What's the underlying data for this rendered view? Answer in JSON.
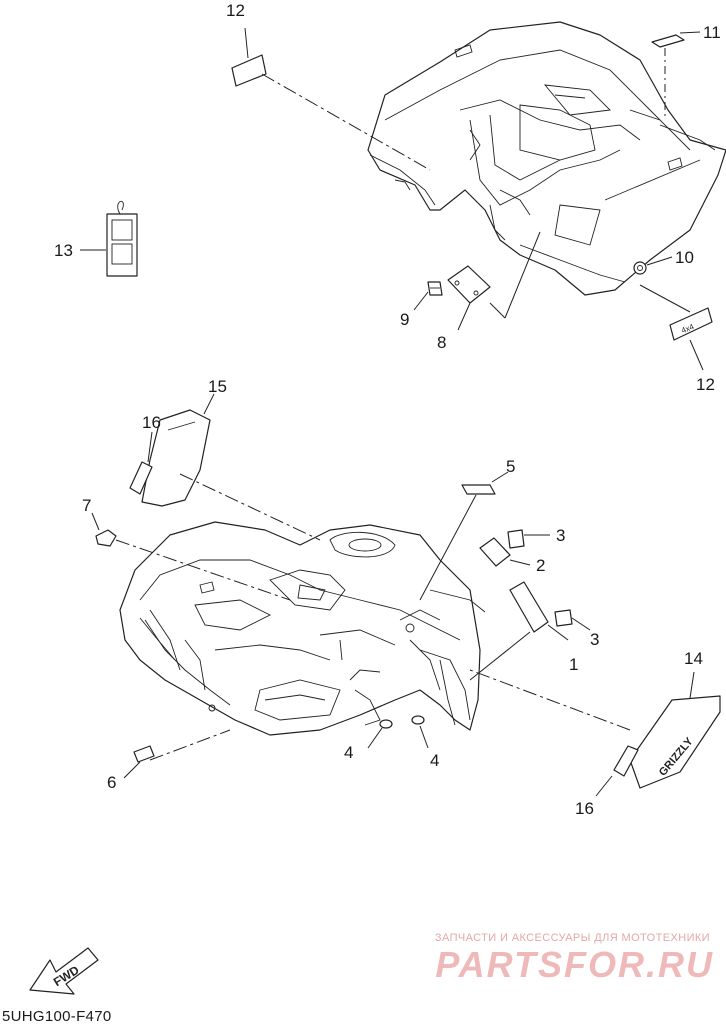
{
  "diagram": {
    "callouts": [
      {
        "id": "c12a",
        "label": "12"
      },
      {
        "id": "c11",
        "label": "11"
      },
      {
        "id": "c13",
        "label": "13"
      },
      {
        "id": "c10",
        "label": "10"
      },
      {
        "id": "c9",
        "label": "9"
      },
      {
        "id": "c8",
        "label": "8"
      },
      {
        "id": "c12b",
        "label": "12"
      },
      {
        "id": "c15",
        "label": "15"
      },
      {
        "id": "c16a",
        "label": "16"
      },
      {
        "id": "c5",
        "label": "5"
      },
      {
        "id": "c7",
        "label": "7"
      },
      {
        "id": "c3a",
        "label": "3"
      },
      {
        "id": "c2",
        "label": "2"
      },
      {
        "id": "c3b",
        "label": "3"
      },
      {
        "id": "c1",
        "label": "1"
      },
      {
        "id": "c14",
        "label": "14"
      },
      {
        "id": "c4a",
        "label": "4"
      },
      {
        "id": "c4b",
        "label": "4"
      },
      {
        "id": "c6",
        "label": "6"
      },
      {
        "id": "c16b",
        "label": "16"
      }
    ],
    "fwd_label": "FWD",
    "drawing_code": "5UHG100-F470",
    "watermark_top": "ЗАПЧАСТИ И АКСЕССУАРЫ ДЛЯ МОТОТЕХНИКИ",
    "watermark_brand": "PARTSFOR.RU"
  }
}
